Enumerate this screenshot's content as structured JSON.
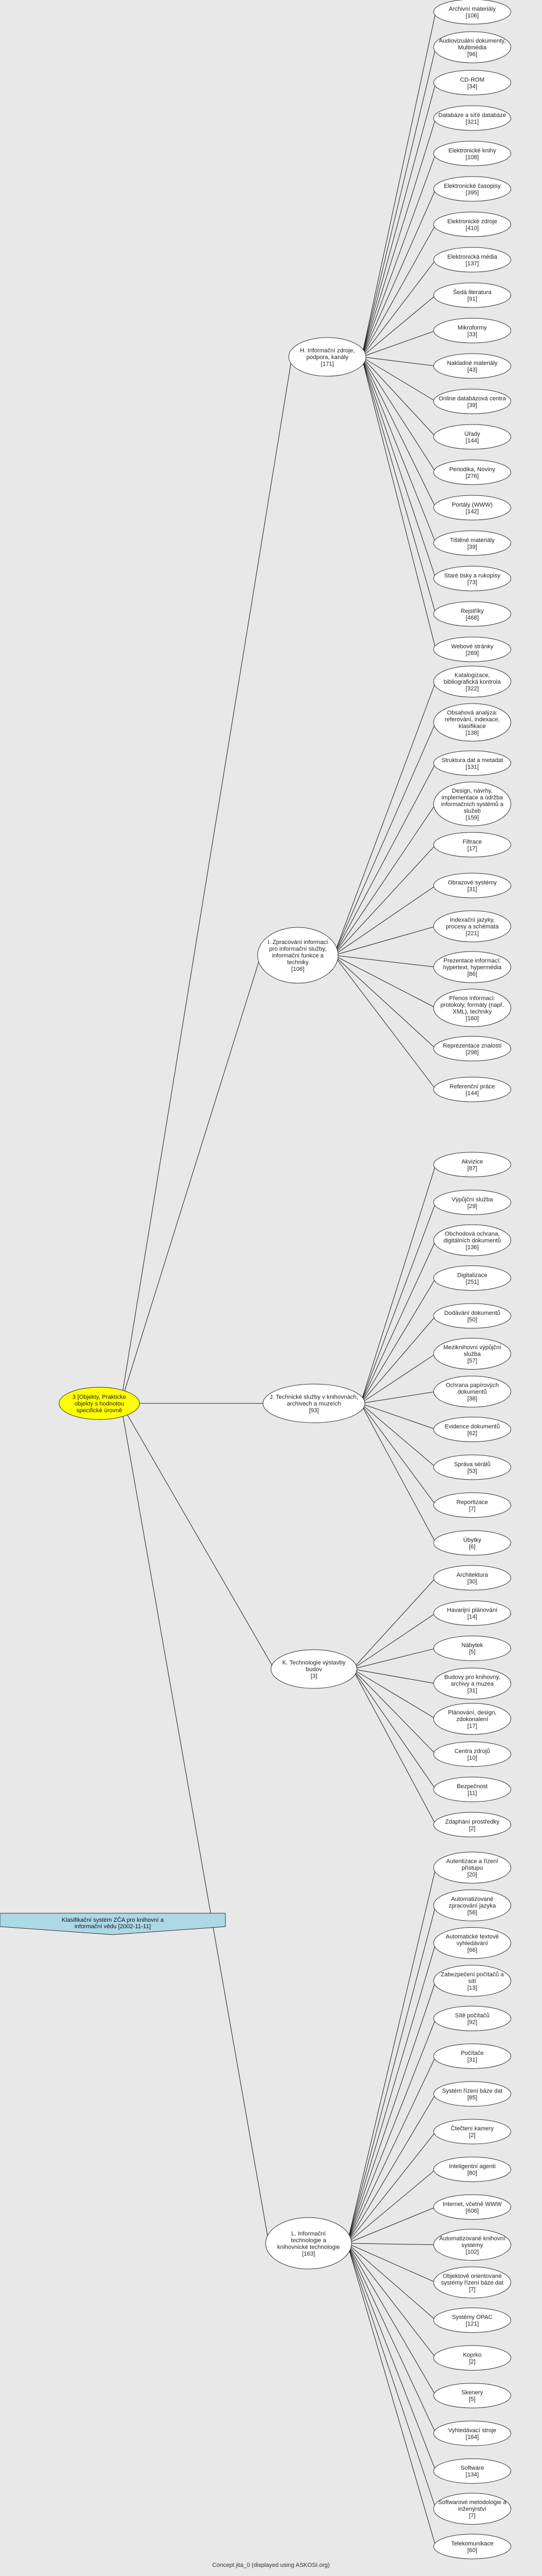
{
  "legend": "Klasifikační systém ZČA pro knihovní a informační vědu [2002-11-11]",
  "footer": "Concept jita_0 (displayed using ASKOSI.org)",
  "colors": {
    "root_fill": "#ffff00",
    "node_fill": "#ffffff",
    "legend_fill": "#add8e6",
    "background": "#e8e8e8"
  },
  "root": {
    "label": [
      "3 [Objekty, Prakticke",
      "objekty s hodnotou",
      "specifické úrovně"
    ]
  },
  "groups": [
    {
      "label": [
        "H. Informační zdroje,",
        "podpora, kanály",
        "[171]"
      ],
      "children": [
        [
          "Archivní materiály",
          "[106]"
        ],
        [
          "Audiovizuální dokumenty,",
          "Multimédia",
          "[96]"
        ],
        [
          "CD-ROM",
          "[34]"
        ],
        [
          "Databáze a síťé databáze",
          "[321]"
        ],
        [
          "Elektronické knihy",
          "[108]"
        ],
        [
          "Elektronické časopisy",
          "[395]"
        ],
        [
          "Elektronické zdroje",
          "[410]"
        ],
        [
          "Elektronická média",
          "[137]"
        ],
        [
          "Šedá literatura",
          "[91]"
        ],
        [
          "Mikroformy",
          "[33]"
        ],
        [
          "Nakladné materiály",
          "[43]"
        ],
        [
          "Online databázová centra",
          "[39]"
        ],
        [
          "Úřady",
          "[144]"
        ],
        [
          "Periodika, Noviny",
          "[276]"
        ],
        [
          "Portály (WWW)",
          "[142]"
        ],
        [
          "Tištěné materiály",
          "[39]"
        ],
        [
          "Staré tisky a rukopisy",
          "[73]"
        ],
        [
          "Rejstříky",
          "[468]"
        ],
        [
          "Webové stránky",
          "[269]"
        ]
      ]
    },
    {
      "label": [
        "I. Zpracování informací",
        "pro informační služby,",
        "informační funkce a",
        "techniky",
        "[106]"
      ],
      "children": [
        [
          "Katalogizace,",
          "bibliografická kontrola",
          "[322]"
        ],
        [
          "Obsahová analýza:",
          "referování, indexace,",
          "klasifikace",
          "[138]"
        ],
        [
          "Struktura dat a metadat",
          "[131]"
        ],
        [
          "Design, návrhy,",
          "implementace a údržba",
          "informačních systémů a",
          "služeb",
          "[159]"
        ],
        [
          "Filtrace",
          "[17]"
        ],
        [
          "Obrazové systémy",
          "[31]"
        ],
        [
          "Indexační jazyky,",
          "procesy a schémata",
          "[221]"
        ],
        [
          "Prezentace informací:",
          "hypertext, hypermédia",
          "[86]"
        ],
        [
          "Přenos informací:",
          "protokoly, formáty (např.",
          "XML), techniky",
          "[160]"
        ],
        [
          "Reprezentace znalostí",
          "[298]"
        ],
        [
          "Referenční práce",
          "[144]"
        ]
      ]
    },
    {
      "label": [
        "J. Technické služby v knihovnách,",
        "archivech a muzeích",
        "[93]"
      ],
      "children": [
        [
          "Akvizice",
          "[87]"
        ],
        [
          "Výpůjční služba",
          "[29]"
        ],
        [
          "Obchodová ochrana,",
          "digitálních dokumentů",
          "[136]"
        ],
        [
          "Digitalizace",
          "[251]"
        ],
        [
          "Dodávání dokumentů",
          "[50]"
        ],
        [
          "Meziknihovní výpůjční",
          "služba",
          "[57]"
        ],
        [
          "Ochrana papírových",
          "dokumentů",
          "[38]"
        ],
        [
          "Evidence dokumentů",
          "[62]"
        ],
        [
          "Správa sérálů",
          "[53]"
        ],
        [
          "Reportizace",
          "[7]"
        ],
        [
          "Úbytky",
          "[6]"
        ]
      ]
    },
    {
      "label": [
        "K. Technologie výstavby",
        "budov",
        "[3]"
      ],
      "children": [
        [
          "Architektura",
          "[30]"
        ],
        [
          "Havarijní plánování",
          "[14]"
        ],
        [
          "Nábytek",
          "[5]"
        ],
        [
          "Budovy pro knihovny,",
          "archivy a muzea",
          "[31]"
        ],
        [
          "Plánování, design,",
          "zdokonalení",
          "[17]"
        ],
        [
          "Centra zdrojů",
          "[10]"
        ],
        [
          "Bezpečnost",
          "[11]"
        ],
        [
          "Zdaphání prostředky",
          "[2]"
        ]
      ]
    },
    {
      "label": [
        "L. Informační",
        "technologie a",
        "knihovnické technologie",
        "[163]"
      ],
      "children": [
        [
          "Autentizace a řízení",
          "přístupu",
          "[20]"
        ],
        [
          "Automatizované",
          "zpracování jazyka",
          "[56]"
        ],
        [
          "Automatické textové",
          "vyhledávání",
          "[66]"
        ],
        [
          "Zabezpečení počítačů a",
          "sítí",
          "[13]"
        ],
        [
          "Sítě počítačů",
          "[92]"
        ],
        [
          "Počítače",
          "[31]"
        ],
        [
          "Systém řízení báze dat",
          "[85]"
        ],
        [
          "Čtečtení kamery",
          "[2]"
        ],
        [
          "Inteligentní agenti",
          "[80]"
        ],
        [
          "Internet, včetně WWW",
          "[606]"
        ],
        [
          "Automatizované knihovní",
          "systémy",
          "[102]"
        ],
        [
          "Objektově orientované",
          "systémy řízení báze dat",
          "[7]"
        ],
        [
          "Systémy OPAC",
          "[121]"
        ],
        [
          "Koprko",
          "[2]"
        ],
        [
          "Skenery",
          "[5]"
        ],
        [
          "Vyhledávací stroje",
          "[164]"
        ],
        [
          "Software",
          "[134]"
        ],
        [
          "Softwarové metodologie a",
          "inženýrství",
          "[7]"
        ],
        [
          "Telekomunikace",
          "[60]"
        ]
      ]
    }
  ]
}
